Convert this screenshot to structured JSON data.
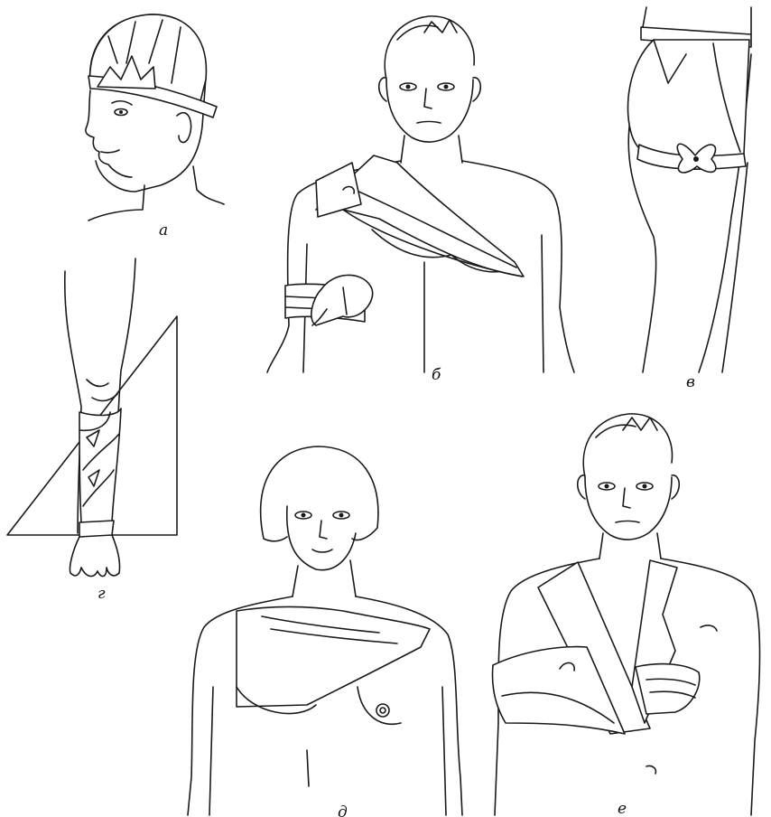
{
  "figure": {
    "panels": [
      {
        "id": "a",
        "label": "а",
        "icon": "head-bandage-icon"
      },
      {
        "id": "b",
        "label": "б",
        "icon": "shoulder-bandage-icon"
      },
      {
        "id": "v",
        "label": "в",
        "icon": "hip-bandage-icon"
      },
      {
        "id": "g",
        "label": "г",
        "icon": "forearm-triangle-bandage-icon"
      },
      {
        "id": "d",
        "label": "д",
        "icon": "breast-bandage-icon"
      },
      {
        "id": "e",
        "label": "е",
        "icon": "arm-sling-icon"
      }
    ]
  }
}
